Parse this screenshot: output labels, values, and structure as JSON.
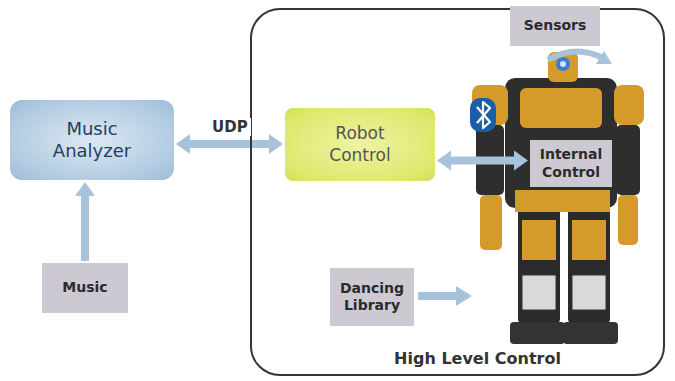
{
  "diagram": {
    "nodes": [
      {
        "text": [
          "Music Analyzer"
        ]
      },
      {
        "text": [
          "Music"
        ]
      },
      {
        "text": [
          "High Level Control"
        ]
      },
      {
        "text": [
          "Robot Control"
        ],
        "in": 2
      },
      {
        "text": [
          "Sensors"
        ],
        "in": 2
      },
      {
        "text": [
          "Internal Control"
        ],
        "in": 2
      },
      {
        "text": [
          "Dancing Library"
        ],
        "in": 2
      }
    ],
    "edges": [
      {
        "from": 1,
        "to": 0,
        "arrow": "to"
      },
      {
        "from": 0,
        "to": 3,
        "label": "UDP",
        "arrow": "both"
      },
      {
        "from": 3,
        "to": 5,
        "arrow": "both"
      }
    ]
  }
}
